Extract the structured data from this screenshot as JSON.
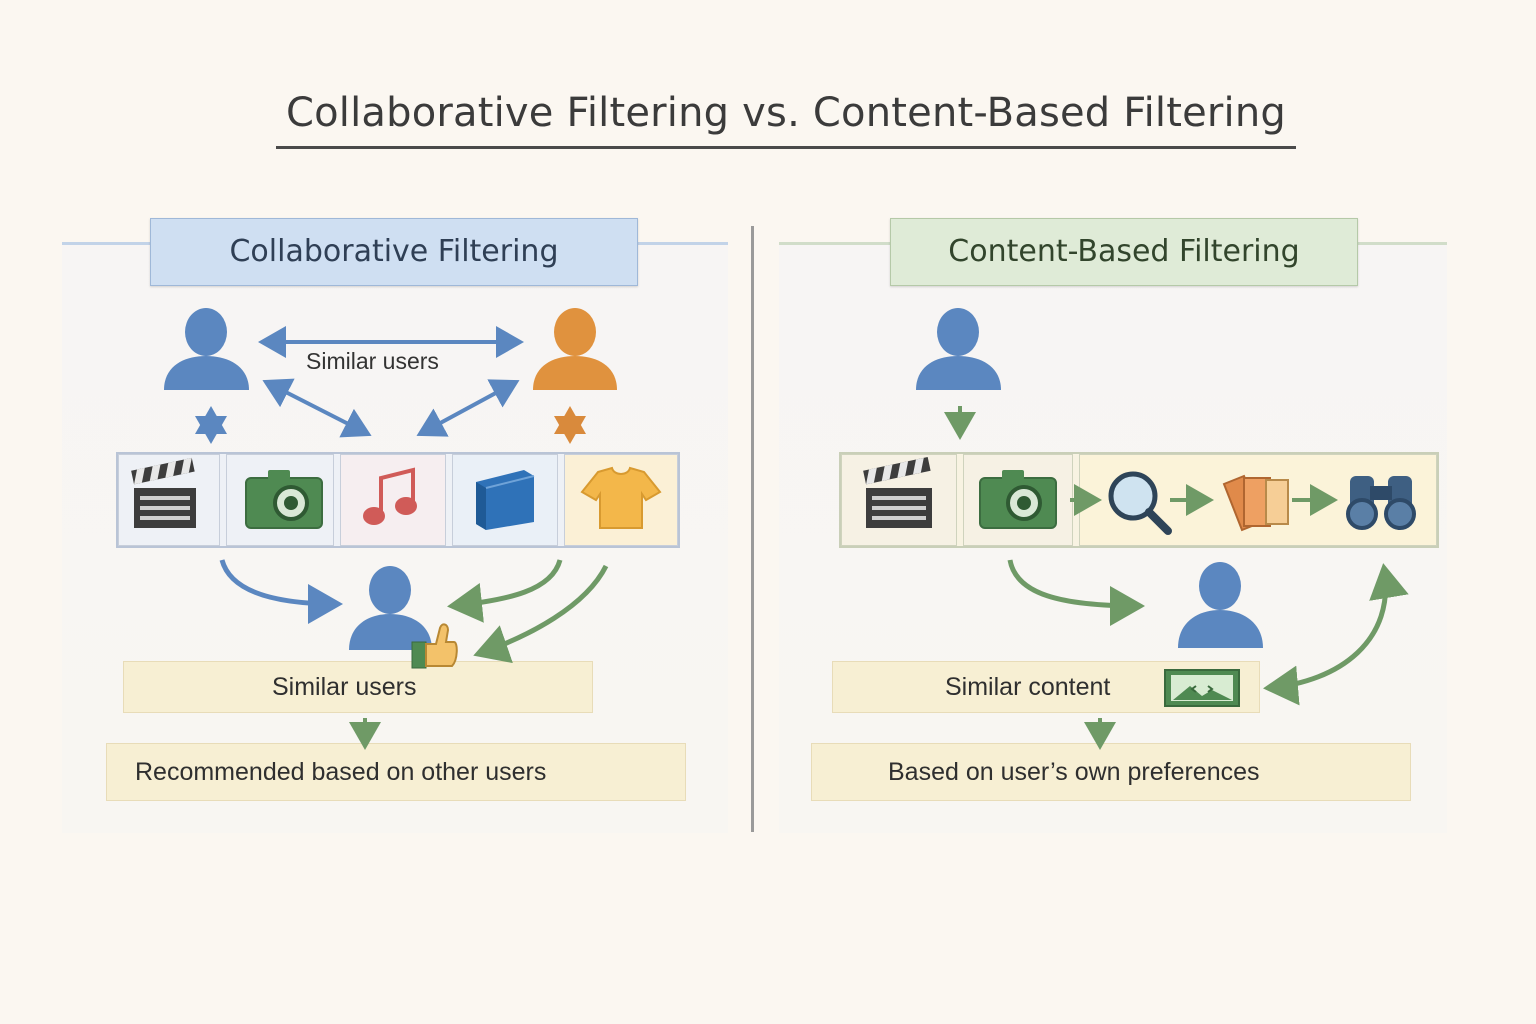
{
  "title": "Collaborative Filtering vs. Content-Based Filtering",
  "collaborative": {
    "header": "Collaborative Filtering",
    "similar_users_label": "Similar users",
    "result_label": "Similar users",
    "recommendation": "Recommended based on other users",
    "items": [
      "clapperboard-icon",
      "camera-icon",
      "music-note-icon",
      "book-icon",
      "tshirt-icon"
    ]
  },
  "content_based": {
    "header": "Content-Based Filtering",
    "result_label": "Similar content",
    "recommendation": "Based on user’s own preferences",
    "items": [
      "clapperboard-icon",
      "camera-icon",
      "magnifier-icon",
      "folder-icon",
      "binoculars-icon"
    ]
  },
  "colors": {
    "blue_user": "#5b87c0",
    "orange_user": "#e0923e",
    "green_arrow": "#6f9a66",
    "label_box": "#f7efd3"
  }
}
